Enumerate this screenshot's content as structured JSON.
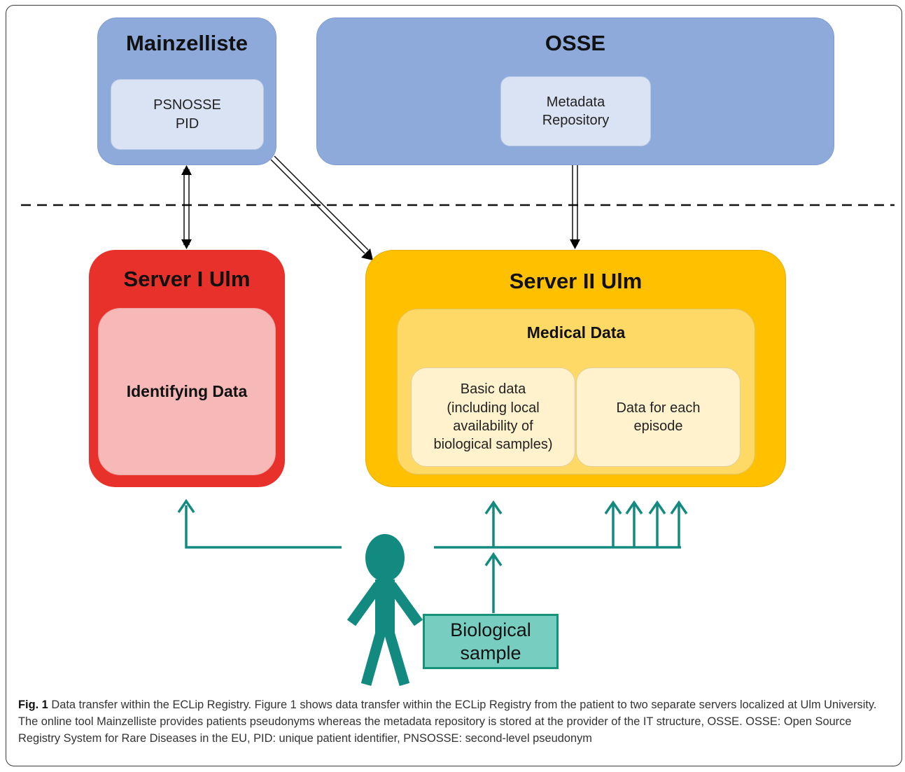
{
  "diagram": {
    "mainzelliste": {
      "title": "Mainzelliste",
      "inner": "PSNOSSE\nPID"
    },
    "osse": {
      "title": "OSSE",
      "inner": "Metadata\nRepository"
    },
    "server1": {
      "title": "Server I Ulm",
      "inner": "Identifying Data"
    },
    "server2": {
      "title": "Server II Ulm",
      "medical": {
        "title": "Medical Data",
        "basic": "Basic data\n(including local\navailability of\nbiological samples)",
        "episode": "Data for each\nepisode"
      }
    },
    "biological_sample": "Biological\nsample",
    "colors": {
      "blue_box": "#8eaadb",
      "light_blue": "#dae3f3",
      "red": "#e8312b",
      "pink": "#f7b8b8",
      "orange": "#ffc000",
      "yellow": "#ffd966",
      "cream": "#fff2cc",
      "teal": "#138a80",
      "teal_fill": "#78cdc1"
    }
  },
  "caption": {
    "label": "Fig. 1",
    "text": " Data transfer within the ECLip Registry. Figure 1 shows data transfer within the ECLip Registry from the patient to two separate servers localized at Ulm University. The online tool Mainzelliste provides patients pseudonyms whereas the metadata repository is stored at the provider of the IT structure, OSSE. OSSE: Open Source Registry System for Rare Diseases in the EU, PID: unique patient identifier, PNSOSSE: second-level pseudonym"
  }
}
